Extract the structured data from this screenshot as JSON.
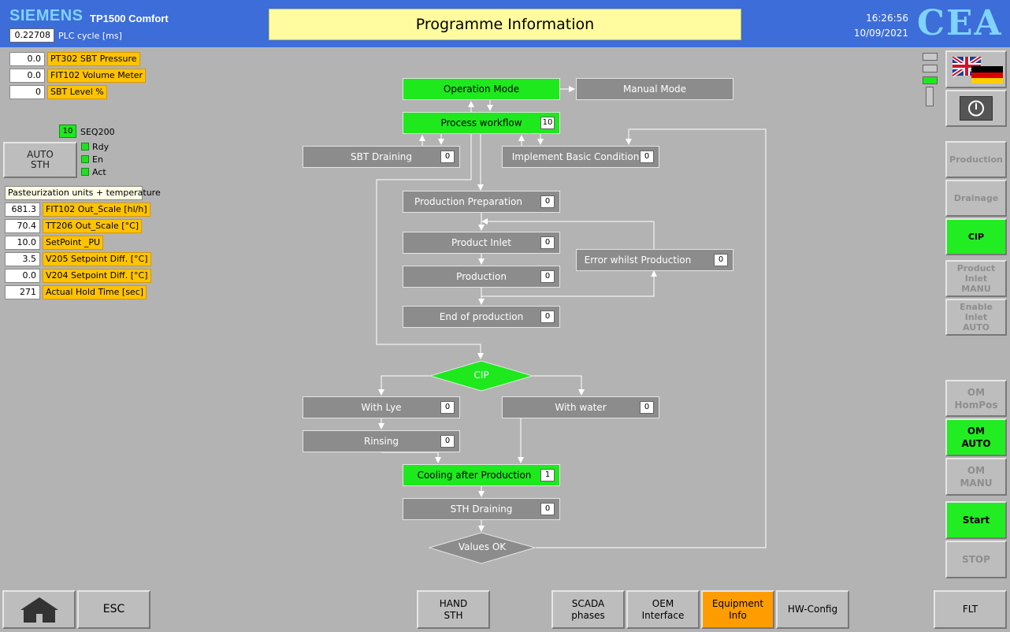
{
  "header": {
    "brand": "SIEMENS",
    "model": "TP1500 Comfort",
    "plc_cycle_value": "0.22708",
    "plc_cycle_label": "PLC cycle [ms]",
    "title": "Programme Information",
    "time": "16:26:56",
    "date": "10/09/2021",
    "logo": "CEA"
  },
  "sensors": [
    {
      "value": "0.0",
      "label": "PT302 SBT Pressure"
    },
    {
      "value": "0.0",
      "label": "FIT102 Volume Meter"
    },
    {
      "value": "0",
      "label": "SBT Level %"
    }
  ],
  "sequence": {
    "number": "10",
    "name": "SEQ200",
    "button": "AUTO\nSTH",
    "button_line1": "AUTO",
    "button_line2": "STH",
    "leds": [
      "Rdy",
      "En",
      "Act"
    ]
  },
  "pu_title": "Pasteurization units + temperature",
  "pu_values": [
    {
      "value": "681.3",
      "label": "FIT102 Out_Scale [hl/h]"
    },
    {
      "value": "70.4",
      "label": "TT206 Out_Scale [°C]"
    },
    {
      "value": "10.0",
      "label": "SetPoint _PU"
    },
    {
      "value": "3.5",
      "label": "V205 Setpoint Diff. [°C]"
    },
    {
      "value": "0.0",
      "label": "V204 Setpoint Diff. [°C]"
    },
    {
      "value": "271",
      "label": "Actual Hold Time [sec]"
    }
  ],
  "flow": {
    "operation_mode": "Operation Mode",
    "manual_mode": "Manual Mode",
    "process_workflow": {
      "label": "Process workflow",
      "value": "10"
    },
    "sbt_draining": {
      "label": "SBT Draining",
      "value": "0"
    },
    "implement_basic": {
      "label": "Implement Basic Condition",
      "value": "0"
    },
    "production_preparation": {
      "label": "Production Preparation",
      "value": "0"
    },
    "product_inlet": {
      "label": "Product Inlet",
      "value": "0"
    },
    "error_whilst": {
      "label": "Error whilst Production",
      "value": "0"
    },
    "production": {
      "label": "Production",
      "value": "0"
    },
    "end_of_production": {
      "label": "End of production",
      "value": "0"
    },
    "cip": "CIP",
    "with_lye": {
      "label": "With Lye",
      "value": "0"
    },
    "with_water": {
      "label": "With water",
      "value": "0"
    },
    "rinsing": {
      "label": "Rinsing",
      "value": "0"
    },
    "cooling_after": {
      "label": "Cooling after Production",
      "value": "1"
    },
    "sth_draining": {
      "label": "STH Draining",
      "value": "0"
    },
    "values_ok": "Values OK"
  },
  "right_buttons": {
    "production": "Production",
    "drainage": "Drainage",
    "cip": "CIP",
    "product_inlet_manu": "Product\nInlet\nMANU",
    "enable_inlet_auto": "Enable\nInlet\nAUTO",
    "om_hompos": "OM\nHomPos",
    "om_auto": "OM\nAUTO",
    "om_manu": "OM\nMANU",
    "start": "Start",
    "stop": "STOP"
  },
  "bottom_buttons": {
    "esc": "ESC",
    "hand_sth": "HAND\nSTH",
    "scada_phases": "SCADA\nphases",
    "oem_interface": "OEM\nInterface",
    "equipment_info": "Equipment\nInfo",
    "hw_config": "HW-Config",
    "flt": "FLT"
  },
  "colors": {
    "header_blue": "#3d6dd9",
    "active_green": "#1de91d",
    "label_orange": "#ffc300",
    "equipment_orange": "#ff9d00"
  },
  "icons": {
    "home": "home-icon",
    "flag": "uk-germany-flag-icon",
    "power": "power-icon"
  }
}
